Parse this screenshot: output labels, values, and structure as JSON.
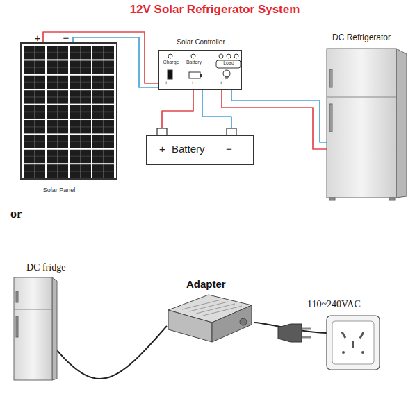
{
  "diagram": {
    "title": "12V Solar Refrigerator System",
    "nodes": [
      {
        "text": [
          "Solar Panel"
        ]
      },
      {
        "text": [
          "Solar Controller",
          "Charge",
          "Battery",
          "Load"
        ]
      },
      {
        "text": [
          "+",
          "Battery",
          "−"
        ]
      },
      {
        "text": [
          "DC Refrigerator"
        ]
      },
      {
        "text": [
          "DC fridge"
        ]
      },
      {
        "text": [
          "Adapter"
        ]
      },
      {
        "text": [
          "110~240VAC"
        ]
      }
    ],
    "edges": [
      {
        "from": 0,
        "to": 1,
        "arrow": "none"
      },
      {
        "from": 1,
        "to": 2,
        "arrow": "none"
      },
      {
        "from": 1,
        "to": 3,
        "arrow": "none"
      },
      {
        "from": 4,
        "to": 5,
        "arrow": "none"
      },
      {
        "from": 5,
        "to": 6,
        "arrow": "none"
      }
    ],
    "labels": [
      "+",
      "−",
      "+",
      "−",
      "+",
      "−",
      "+",
      "−",
      "or"
    ]
  }
}
